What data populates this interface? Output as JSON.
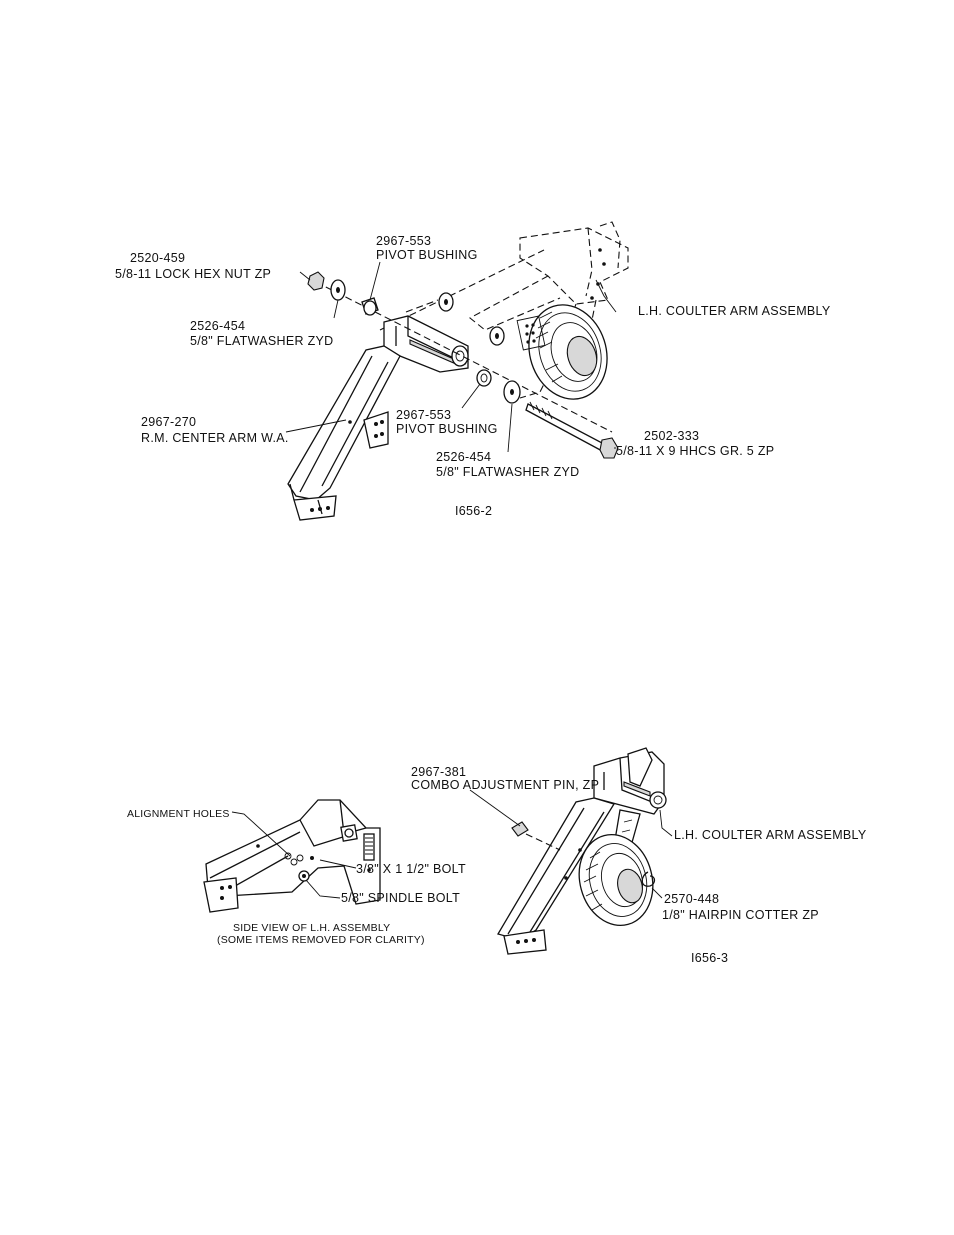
{
  "figure1": {
    "id": "I656-2",
    "labels": {
      "nut_part": "2520-459",
      "nut_desc": "5/8-11 LOCK HEX NUT  ZP",
      "bushing_top_part": "2967-553",
      "bushing_top_desc": "PIVOT BUSHING",
      "coulter_arm": "L.H. COULTER ARM ASSEMBLY",
      "washer_left_part": "2526-454",
      "washer_left_desc": "5/8\" FLATWASHER ZYD",
      "center_arm_part": "2967-270",
      "center_arm_desc": "R.M. CENTER ARM W.A.",
      "bushing_bottom_part": "2967-553",
      "bushing_bottom_desc": "PIVOT BUSHING",
      "washer_bottom_part": "2526-454",
      "washer_bottom_desc": "5/8\" FLATWASHER ZYD",
      "bolt_part": "2502-333",
      "bolt_desc": "5/8-11 X 9 HHCS GR. 5 ZP"
    }
  },
  "figure2": {
    "id": "I656-3",
    "labels": {
      "pin_part": "2967-381",
      "pin_desc": "COMBO ADJUSTMENT PIN, ZP",
      "alignment_holes": "ALIGNMENT HOLES",
      "small_bolt": "3/8\" X 1 1/2\" BOLT",
      "spindle_bolt": "5/8\" SPINDLE BOLT",
      "side_view_line1": "SIDE VIEW OF L.H. ASSEMBLY",
      "side_view_line2": "(SOME ITEMS REMOVED FOR CLARITY)",
      "coulter_arm": "L.H. COULTER ARM ASSEMBLY",
      "cotter_part": "2570-448",
      "cotter_desc": "1/8\" HAIRPIN COTTER ZP"
    }
  }
}
